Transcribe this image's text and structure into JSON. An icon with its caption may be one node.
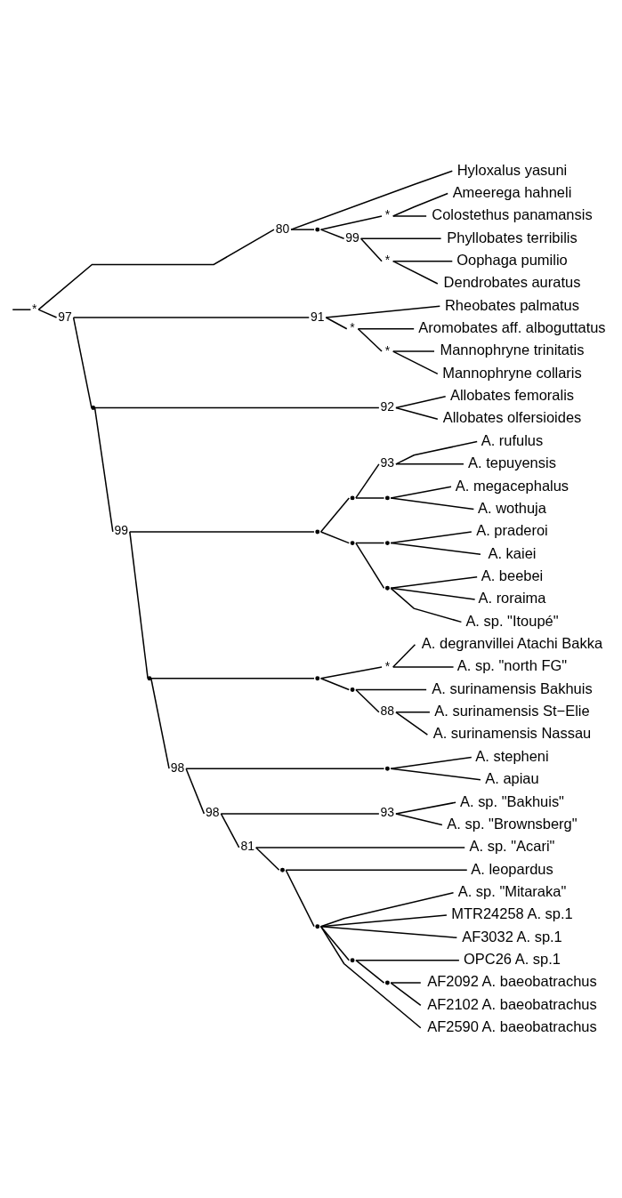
{
  "diagram": {
    "nodes": [
      {
        "text": [],
        "shape": "point",
        "beside": [
          "*"
        ]
      },
      {
        "text": [],
        "shape": "point",
        "beside": [
          "80"
        ]
      },
      {
        "text": [
          "Hyloxalus yasuni"
        ]
      },
      {
        "text": [],
        "shape": "point"
      },
      {
        "text": [],
        "shape": "point",
        "beside": [
          "*"
        ]
      },
      {
        "text": [
          "Ameerega hahneli"
        ]
      },
      {
        "text": [
          "Colostethus panamansis"
        ]
      },
      {
        "text": [],
        "shape": "point",
        "beside": [
          "99"
        ]
      },
      {
        "text": [
          "Phyllobates terribilis"
        ]
      },
      {
        "text": [],
        "shape": "point",
        "beside": [
          "*"
        ]
      },
      {
        "text": [
          "Oophaga pumilio"
        ]
      },
      {
        "text": [
          "Dendrobates auratus"
        ]
      },
      {
        "text": [],
        "shape": "point",
        "beside": [
          "97"
        ]
      },
      {
        "text": [],
        "shape": "point",
        "beside": [
          "91"
        ]
      },
      {
        "text": [
          "Rheobates palmatus"
        ]
      },
      {
        "text": [],
        "shape": "point",
        "beside": [
          "*"
        ]
      },
      {
        "text": [
          "Aromobates aff. alboguttatus"
        ]
      },
      {
        "text": [],
        "shape": "point",
        "beside": [
          "*"
        ]
      },
      {
        "text": [
          "Mannophryne trinitatis"
        ]
      },
      {
        "text": [
          "Mannophryne collaris"
        ]
      },
      {
        "text": [],
        "shape": "point"
      },
      {
        "text": [],
        "shape": "point",
        "beside": [
          "92"
        ]
      },
      {
        "text": [
          "Allobates femoralis"
        ]
      },
      {
        "text": [
          "Allobates olfersioides"
        ]
      },
      {
        "text": [],
        "shape": "point",
        "beside": [
          "99"
        ]
      },
      {
        "text": [],
        "shape": "point"
      },
      {
        "text": [],
        "shape": "point"
      },
      {
        "text": [],
        "shape": "point",
        "beside": [
          "93"
        ]
      },
      {
        "text": [
          "A. rufulus"
        ]
      },
      {
        "text": [
          "A. tepuyensis"
        ]
      },
      {
        "text": [],
        "shape": "point"
      },
      {
        "text": [
          "A. megacephalus"
        ]
      },
      {
        "text": [
          "A. wothuja"
        ]
      },
      {
        "text": [],
        "shape": "point"
      },
      {
        "text": [],
        "shape": "point"
      },
      {
        "text": [
          "A. praderoi"
        ]
      },
      {
        "text": [
          "A. kaiei"
        ]
      },
      {
        "text": [],
        "shape": "point"
      },
      {
        "text": [
          "A. beebei"
        ]
      },
      {
        "text": [
          "A. roraima"
        ]
      },
      {
        "text": [
          "A. sp. \"Itoupé\""
        ]
      },
      {
        "text": [],
        "shape": "point"
      },
      {
        "text": [],
        "shape": "point"
      },
      {
        "text": [],
        "shape": "point",
        "beside": [
          "*"
        ]
      },
      {
        "text": [
          "A. degranvillei Atachi Bakka"
        ]
      },
      {
        "text": [
          "A. sp. \"north FG\""
        ]
      },
      {
        "text": [],
        "shape": "point"
      },
      {
        "text": [
          "A. surinamensis Bakhuis"
        ]
      },
      {
        "text": [],
        "shape": "point",
        "beside": [
          "88"
        ]
      },
      {
        "text": [
          "A. surinamensis St−Elie"
        ]
      },
      {
        "text": [
          "A. surinamensis Nassau"
        ]
      },
      {
        "text": [],
        "shape": "point",
        "beside": [
          "98"
        ]
      },
      {
        "text": [],
        "shape": "point"
      },
      {
        "text": [
          "A. stepheni"
        ]
      },
      {
        "text": [
          "A. apiau"
        ]
      },
      {
        "text": [],
        "shape": "point",
        "beside": [
          "98"
        ]
      },
      {
        "text": [],
        "shape": "point",
        "beside": [
          "93"
        ]
      },
      {
        "text": [
          "A. sp. \"Bakhuis\""
        ]
      },
      {
        "text": [
          "A. sp. \"Brownsberg\""
        ]
      },
      {
        "text": [],
        "shape": "point",
        "beside": [
          "81"
        ]
      },
      {
        "text": [
          "A. sp. \"Acari\""
        ]
      },
      {
        "text": [],
        "shape": "point"
      },
      {
        "text": [
          "A. leopardus"
        ]
      },
      {
        "text": [],
        "shape": "point"
      },
      {
        "text": [
          "A. sp. \"Mitaraka\""
        ]
      },
      {
        "text": [
          "MTR24258 A. sp.1"
        ]
      },
      {
        "text": [
          "AF3032 A. sp.1"
        ]
      },
      {
        "text": [],
        "shape": "point"
      },
      {
        "text": [
          "OPC26 A. sp.1"
        ]
      },
      {
        "text": [],
        "shape": "point"
      },
      {
        "text": [
          "AF2092 A. baeobatrachus"
        ]
      },
      {
        "text": [
          "AF2102 A. baeobatrachus"
        ]
      },
      {
        "text": [
          "AF2590 A. baeobatrachus"
        ]
      }
    ],
    "edges": [
      {
        "from": null,
        "to": 0,
        "arrow": "none"
      },
      {
        "from": 0,
        "to": 1,
        "arrow": "none"
      },
      {
        "from": 1,
        "to": 2,
        "arrow": "none"
      },
      {
        "from": 1,
        "to": 3,
        "arrow": "none"
      },
      {
        "from": 3,
        "to": 4,
        "arrow": "none"
      },
      {
        "from": 4,
        "to": 5,
        "arrow": "none"
      },
      {
        "from": 4,
        "to": 6,
        "arrow": "none"
      },
      {
        "from": 3,
        "to": 7,
        "arrow": "none"
      },
      {
        "from": 7,
        "to": 8,
        "arrow": "none"
      },
      {
        "from": 7,
        "to": 9,
        "arrow": "none"
      },
      {
        "from": 9,
        "to": 10,
        "arrow": "none"
      },
      {
        "from": 9,
        "to": 11,
        "arrow": "none"
      },
      {
        "from": 0,
        "to": 12,
        "arrow": "none"
      },
      {
        "from": 12,
        "to": 13,
        "arrow": "none"
      },
      {
        "from": 13,
        "to": 14,
        "arrow": "none"
      },
      {
        "from": 13,
        "to": 15,
        "arrow": "none"
      },
      {
        "from": 15,
        "to": 16,
        "arrow": "none"
      },
      {
        "from": 15,
        "to": 17,
        "arrow": "none"
      },
      {
        "from": 17,
        "to": 18,
        "arrow": "none"
      },
      {
        "from": 17,
        "to": 19,
        "arrow": "none"
      },
      {
        "from": 12,
        "to": 20,
        "arrow": "none"
      },
      {
        "from": 20,
        "to": 21,
        "arrow": "none"
      },
      {
        "from": 21,
        "to": 22,
        "arrow": "none"
      },
      {
        "from": 21,
        "to": 23,
        "arrow": "none"
      },
      {
        "from": 20,
        "to": 24,
        "arrow": "none"
      },
      {
        "from": 24,
        "to": 25,
        "arrow": "none"
      },
      {
        "from": 25,
        "to": 26,
        "arrow": "none"
      },
      {
        "from": 26,
        "to": 27,
        "arrow": "none"
      },
      {
        "from": 27,
        "to": 28,
        "arrow": "none"
      },
      {
        "from": 27,
        "to": 29,
        "arrow": "none"
      },
      {
        "from": 26,
        "to": 30,
        "arrow": "none"
      },
      {
        "from": 30,
        "to": 31,
        "arrow": "none"
      },
      {
        "from": 30,
        "to": 32,
        "arrow": "none"
      },
      {
        "from": 25,
        "to": 33,
        "arrow": "none"
      },
      {
        "from": 33,
        "to": 34,
        "arrow": "none"
      },
      {
        "from": 34,
        "to": 35,
        "arrow": "none"
      },
      {
        "from": 34,
        "to": 36,
        "arrow": "none"
      },
      {
        "from": 33,
        "to": 37,
        "arrow": "none"
      },
      {
        "from": 37,
        "to": 38,
        "arrow": "none"
      },
      {
        "from": 37,
        "to": 39,
        "arrow": "none"
      },
      {
        "from": 37,
        "to": 40,
        "arrow": "none"
      },
      {
        "from": 24,
        "to": 41,
        "arrow": "none"
      },
      {
        "from": 41,
        "to": 42,
        "arrow": "none"
      },
      {
        "from": 42,
        "to": 43,
        "arrow": "none"
      },
      {
        "from": 43,
        "to": 44,
        "arrow": "none"
      },
      {
        "from": 43,
        "to": 45,
        "arrow": "none"
      },
      {
        "from": 42,
        "to": 46,
        "arrow": "none"
      },
      {
        "from": 46,
        "to": 47,
        "arrow": "none"
      },
      {
        "from": 46,
        "to": 48,
        "arrow": "none"
      },
      {
        "from": 48,
        "to": 49,
        "arrow": "none"
      },
      {
        "from": 48,
        "to": 50,
        "arrow": "none"
      },
      {
        "from": 41,
        "to": 51,
        "arrow": "none"
      },
      {
        "from": 51,
        "to": 52,
        "arrow": "none"
      },
      {
        "from": 52,
        "to": 53,
        "arrow": "none"
      },
      {
        "from": 52,
        "to": 54,
        "arrow": "none"
      },
      {
        "from": 51,
        "to": 55,
        "arrow": "none"
      },
      {
        "from": 55,
        "to": 56,
        "arrow": "none"
      },
      {
        "from": 56,
        "to": 57,
        "arrow": "none"
      },
      {
        "from": 56,
        "to": 58,
        "arrow": "none"
      },
      {
        "from": 55,
        "to": 59,
        "arrow": "none"
      },
      {
        "from": 59,
        "to": 60,
        "arrow": "none"
      },
      {
        "from": 59,
        "to": 61,
        "arrow": "none"
      },
      {
        "from": 61,
        "to": 62,
        "arrow": "none"
      },
      {
        "from": 61,
        "to": 63,
        "arrow": "none"
      },
      {
        "from": 63,
        "to": 64,
        "arrow": "none"
      },
      {
        "from": 63,
        "to": 65,
        "arrow": "none"
      },
      {
        "from": 63,
        "to": 66,
        "arrow": "none"
      },
      {
        "from": 63,
        "to": 67,
        "arrow": "none"
      },
      {
        "from": 67,
        "to": 68,
        "arrow": "none"
      },
      {
        "from": 67,
        "to": 69,
        "arrow": "none"
      },
      {
        "from": 69,
        "to": 70,
        "arrow": "none"
      },
      {
        "from": 69,
        "to": 71,
        "arrow": "none"
      },
      {
        "from": 63,
        "to": 72,
        "arrow": "none"
      }
    ]
  }
}
